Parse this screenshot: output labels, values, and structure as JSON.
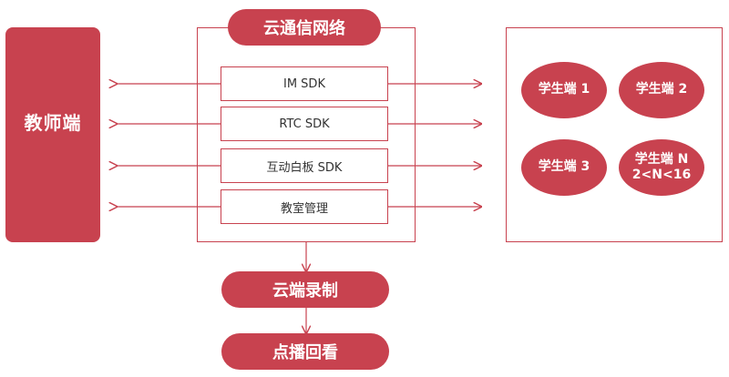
{
  "teacher": {
    "label": "教师端"
  },
  "network": {
    "title": "云通信网络"
  },
  "modules": [
    "IM SDK",
    "RTC SDK",
    "互动白板 SDK",
    "教室管理"
  ],
  "students": [
    {
      "line1": "学生端 1",
      "line2": ""
    },
    {
      "line1": "学生端 2",
      "line2": ""
    },
    {
      "line1": "学生端 3",
      "line2": ""
    },
    {
      "line1": "学生端 N",
      "line2": "2<N<16"
    }
  ],
  "cloud_recording": {
    "label": "云端录制"
  },
  "playback": {
    "label": "点播回看"
  },
  "colors": {
    "accent": "#c8424f",
    "text": "#333333"
  }
}
